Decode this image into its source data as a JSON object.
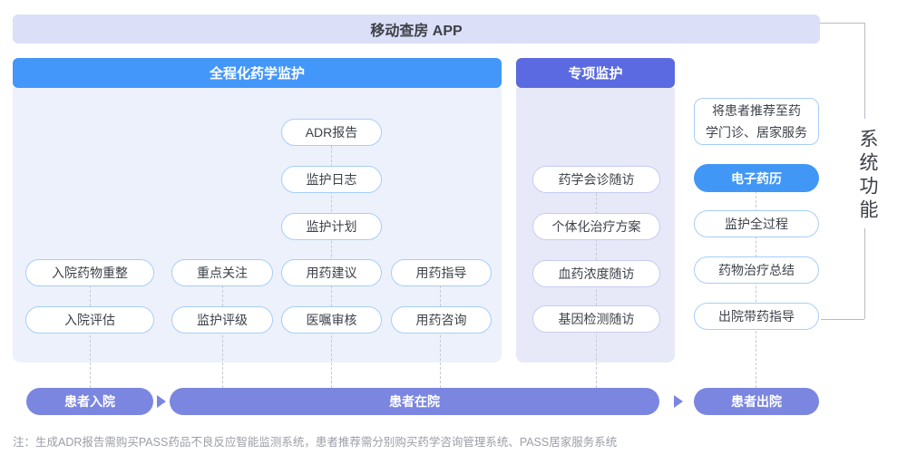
{
  "banner": {
    "title": "移动查房 APP"
  },
  "right_rail": {
    "label": "系统功能"
  },
  "full_course": {
    "header": "全程化药学监护",
    "boxes": [
      "ADR报告",
      "监护日志",
      "监护计划",
      "入院药物重整",
      "重点关注",
      "用药建议",
      "用药指导",
      "入院评估",
      "监护评级",
      "医嘱审核",
      "用药咨询"
    ]
  },
  "special": {
    "header": "专项监护",
    "boxes": [
      "药学会诊随访",
      "个体化治疗方案",
      "血药浓度随访",
      "基因检测随访"
    ]
  },
  "discharge": {
    "referral_line1": "将患者推荐至药",
    "referral_line2": "学门诊、居家服务",
    "boxes": [
      "电子药历",
      "监护全过程",
      "药物治疗总结",
      "出院带药指导"
    ]
  },
  "timeline": {
    "stages": [
      "患者入院",
      "患者在院",
      "患者出院"
    ]
  },
  "note": "注：生成ADR报告需购买PASS药品不良反应智能监测系统，患者推荐需分别购买药学咨询管理系统、PASS居家服务系统",
  "colors": {
    "banner_bg": "#dbdff7",
    "header_blue": "#4397fb",
    "header_indigo": "#5b6ae0",
    "section_left_bg": "#edf1fb",
    "section_mid_bg": "#e7e9f8",
    "node_border_blue": "#a6cef8",
    "node_border_purple": "#c7cbf1",
    "highlight_node_bg": "#4197f6",
    "stage_pill_bg": "#7b86e0"
  }
}
